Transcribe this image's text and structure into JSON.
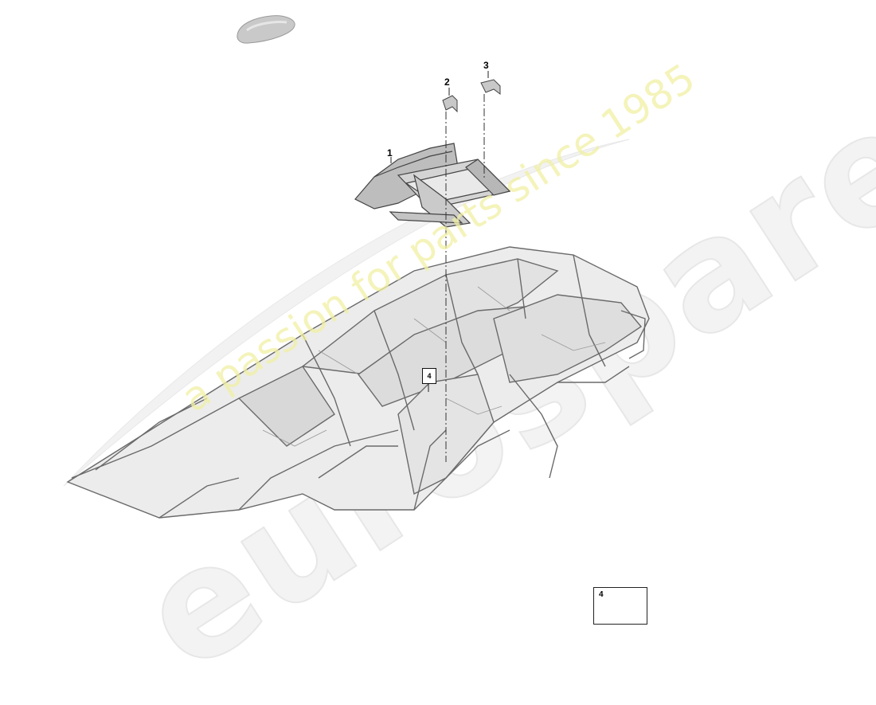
{
  "callouts": {
    "part_1": "1",
    "part_2": "2",
    "part_3": "3",
    "part_4_boxed": "4"
  },
  "inset": {
    "label": "4"
  },
  "watermark": {
    "brand": "eurospares",
    "tagline": "a passion for parts since 1985"
  },
  "colors": {
    "watermark_text": "#f1f0a3",
    "watermark_brand": "#f3f3f3",
    "body_outline": "#555555",
    "part_fill": "#d9d9d9"
  }
}
